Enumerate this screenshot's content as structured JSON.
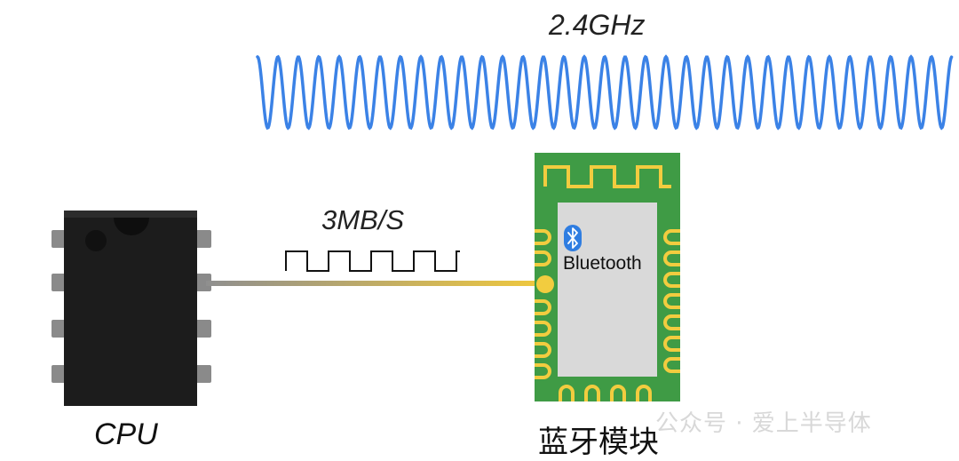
{
  "labels": {
    "frequency": "2.4GHz",
    "data_rate": "3MB/S",
    "cpu": "CPU",
    "module": "蓝牙模块",
    "bluetooth": "Bluetooth"
  },
  "watermark": "公众号 · 爱上半导体",
  "colors": {
    "wave": "#3b82e6",
    "trace": "#e8c54a",
    "chip_body": "#1c1c1c",
    "chip_pin": "#8a8a8a",
    "pcb": "#3f9b45",
    "pad": "#f2cc3f",
    "shield": "#d9d9d9",
    "bluetooth_badge": "#2f7de1"
  },
  "icons": [
    "bluetooth-icon"
  ]
}
